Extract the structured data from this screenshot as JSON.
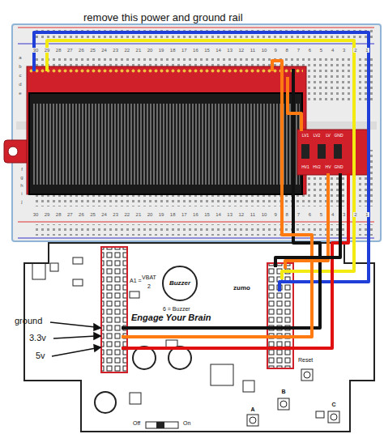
{
  "diagram": {
    "nodes": [
      {
        "text": [
          "Buzzer"
        ]
      }
    ],
    "labels": [
      "remove this power and ground rail",
      "30",
      "29",
      "28",
      "27",
      "26",
      "25",
      "24",
      "23",
      "22",
      "21",
      "20",
      "19",
      "18",
      "17",
      "16",
      "15",
      "14",
      "13",
      "12",
      "11",
      "10",
      "9",
      "8",
      "7",
      "6",
      "5",
      "4",
      "3",
      "2",
      "1",
      "30",
      "29",
      "28",
      "27",
      "26",
      "25",
      "24",
      "23",
      "22",
      "21",
      "20",
      "19",
      "18",
      "17",
      "16",
      "15",
      "14",
      "13",
      "12",
      "11",
      "10",
      "9",
      "8",
      "7",
      "6",
      "5",
      "4",
      "3",
      "2",
      "1",
      "a",
      "b",
      "c",
      "d",
      "e",
      "f",
      "g",
      "h",
      "i",
      "j",
      "LV1",
      "LV2",
      "LV",
      "GND",
      "HV1",
      "HV2",
      "HV",
      "GND",
      "VBAT",
      "A1 =",
      "2",
      "6 = Buzzer",
      "zumo",
      "Engage Your Brain",
      "Reset",
      "Off",
      "On",
      "A",
      "B",
      "C",
      "ground",
      "3.3v",
      "5v"
    ]
  }
}
